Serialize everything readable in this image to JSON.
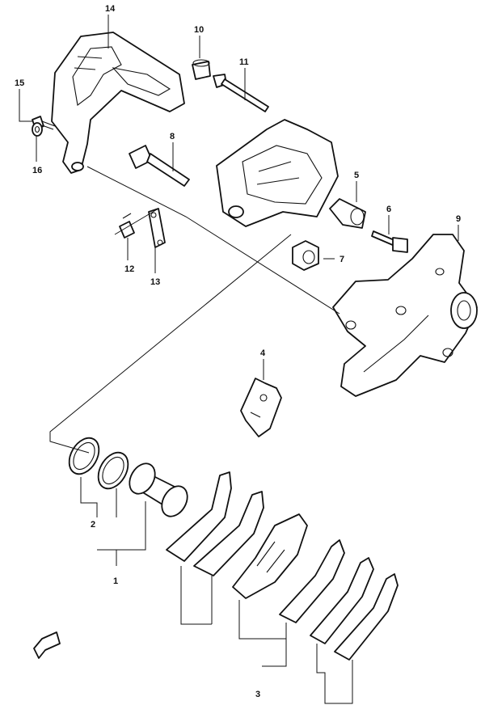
{
  "callouts": {
    "n1": "1",
    "n2": "2",
    "n3": "3",
    "n4": "4",
    "n5": "5",
    "n6": "6",
    "n7": "7",
    "n8": "8",
    "n9": "9",
    "n10": "10",
    "n11": "11",
    "n12": "12",
    "n13": "13",
    "n14": "14",
    "n15": "15",
    "n16": "16"
  },
  "colors": {
    "line": "#111111",
    "background": "#ffffff"
  },
  "icons": {
    "front_arrow": "front-arrow-icon"
  }
}
